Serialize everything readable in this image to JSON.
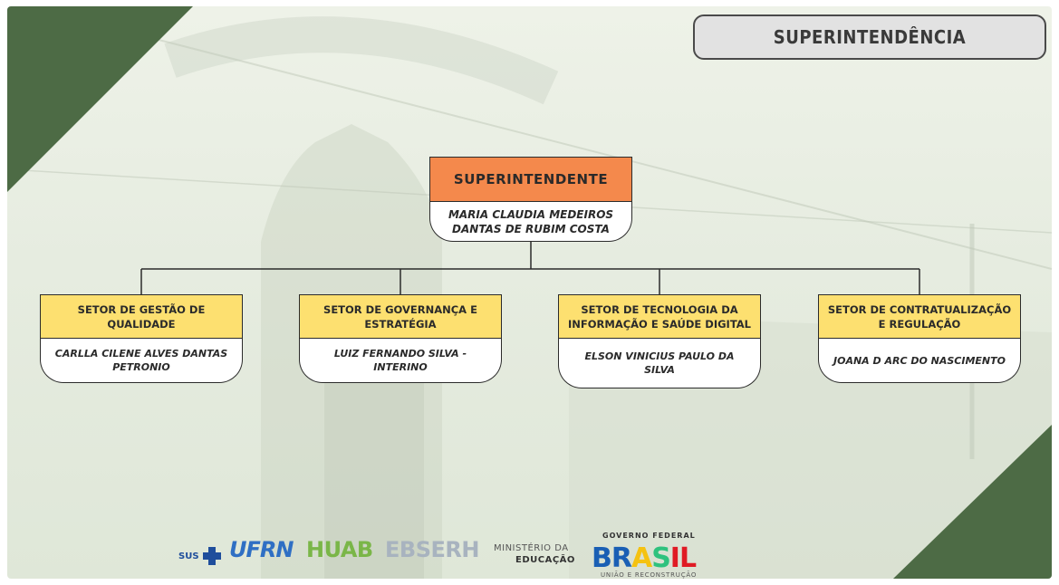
{
  "section_title": "SUPERINTENDÊNCIA",
  "top": {
    "title": "SUPERINTENDENTE",
    "name_line1": "MARIA CLAUDIA MEDEIROS",
    "name_line2": "DANTAS DE RUBIM COSTA"
  },
  "sectors": [
    {
      "title_line1": "SETOR DE GESTÃO DE",
      "title_line2": "QUALIDADE",
      "name_line1": "CARLLA CILENE ALVES DANTAS",
      "name_line2": "PETRONIO"
    },
    {
      "title_line1": "SETOR DE GOVERNANÇA E",
      "title_line2": "ESTRATÉGIA",
      "name_line1": "LUIZ FERNANDO SILVA - INTERINO",
      "name_line2": ""
    },
    {
      "title_line1": "SETOR DE TECNOLOGIA DA",
      "title_line2": "INFORMAÇÃO E SAÚDE DIGITAL",
      "name_line1": "ELSON VINICIUS PAULO DA SILVA",
      "name_line2": ""
    },
    {
      "title_line1": "SETOR DE CONTRATUALIZAÇÃO",
      "title_line2": "E REGULAÇÃO",
      "name_line1": "JOANA D ARC DO NASCIMENTO",
      "name_line2": ""
    }
  ],
  "logos": {
    "sus": "SUS",
    "ufrn": "UFRN",
    "huab": "HUAB",
    "ebserh": "EBSERH",
    "mec_line1": "MINISTÉRIO DA",
    "mec_line2": "EDUCAÇÃO",
    "gov_federal": "GOVERNO FEDERAL",
    "brasil": [
      "BR",
      "A",
      "S",
      "IL"
    ],
    "uniao": "UNIÃO E RECONSTRUÇÃO"
  },
  "colors": {
    "superintendente_fill": "#f4894c",
    "sector_fill": "#fde070",
    "corner_green": "#4d6b45"
  }
}
